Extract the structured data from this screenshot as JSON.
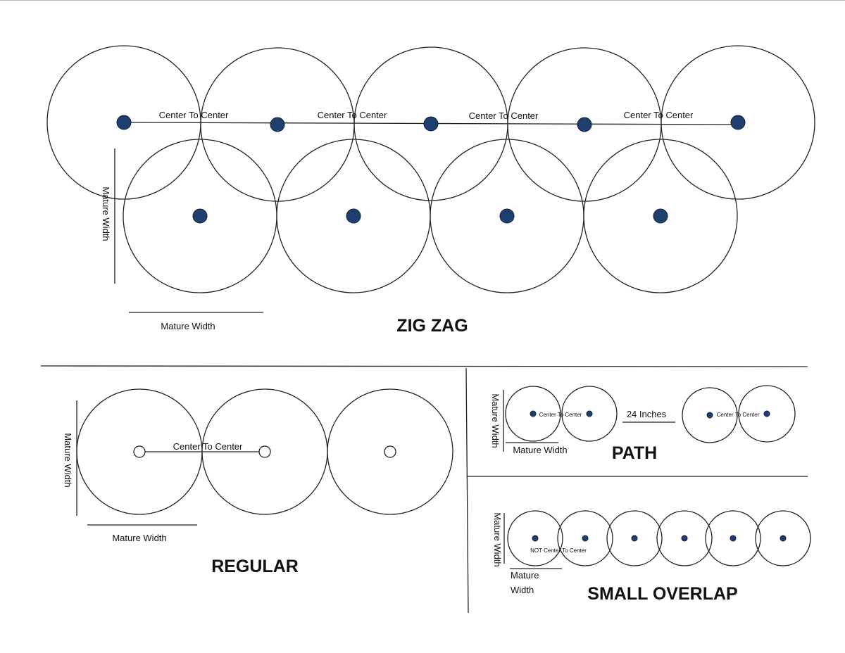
{
  "zigzag": {
    "title": "ZIG ZAG",
    "center_labels": [
      "Center To Center",
      "Center To Center",
      "Center To Center",
      "Center To Center"
    ],
    "vertical_label": "Mature Width",
    "horizontal_label": "Mature Width"
  },
  "regular": {
    "title": "REGULAR",
    "center_label": "Center To Center",
    "vertical_label": "Mature Width",
    "horizontal_label": "Mature Width"
  },
  "path": {
    "title": "PATH",
    "center_labels": [
      "Center To Center",
      "Center To Center"
    ],
    "gap_label": "24 Inches",
    "vertical_label": "Mature Width",
    "horizontal_label": "Mature Width"
  },
  "small_overlap": {
    "title": "SMALL OVERLAP",
    "center_label": "NOT Center To Center",
    "vertical_label": "Mature Width",
    "horizontal_label_line1": "Mature",
    "horizontal_label_line2": "Width"
  },
  "colors": {
    "dot": "#1f3f6e"
  }
}
